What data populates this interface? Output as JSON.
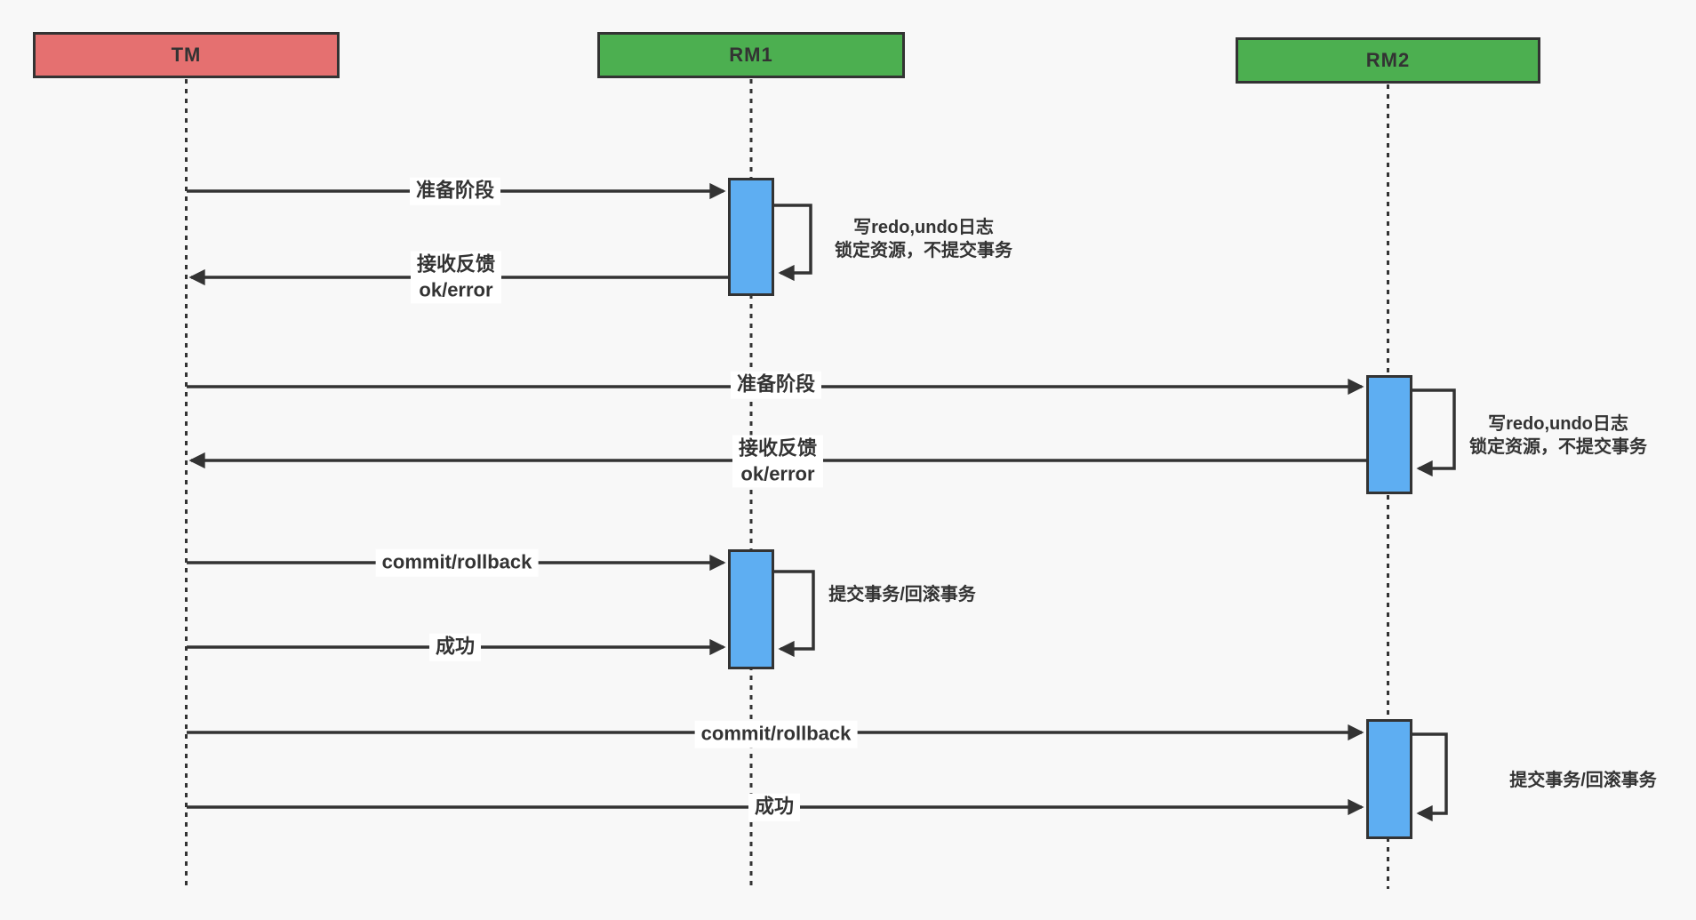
{
  "palette": {
    "tm_fill": "#e57070",
    "rm_fill": "#4caf50",
    "activation_fill": "#5eaef2",
    "stroke": "#333333",
    "label_bg": "#ffffff",
    "background": "#f8f8f8"
  },
  "actors": [
    {
      "label": "TM"
    },
    {
      "label": "RM1"
    },
    {
      "label": "RM2"
    }
  ],
  "messages": [
    {
      "from": "TM",
      "to": "RM1",
      "lines": [
        "准备阶段"
      ]
    },
    {
      "from": "RM1",
      "to": "TM",
      "lines": [
        "接收反馈",
        "ok/error"
      ]
    },
    {
      "from": "TM",
      "to": "RM2",
      "lines": [
        "准备阶段"
      ]
    },
    {
      "from": "RM2",
      "to": "TM",
      "lines": [
        "接收反馈",
        "ok/error"
      ]
    },
    {
      "from": "TM",
      "to": "RM1",
      "lines": [
        "commit/rollback"
      ]
    },
    {
      "from": "TM",
      "to": "RM1",
      "lines": [
        "成功"
      ]
    },
    {
      "from": "TM",
      "to": "RM2",
      "lines": [
        "commit/rollback"
      ]
    },
    {
      "from": "TM",
      "to": "RM2",
      "lines": [
        "成功"
      ]
    }
  ],
  "self_messages": [
    {
      "actor": "RM1",
      "lines": [
        "写redo,undo日志",
        "锁定资源，不提交事务"
      ]
    },
    {
      "actor": "RM2",
      "lines": [
        "写redo,undo日志",
        "锁定资源，不提交事务"
      ]
    },
    {
      "actor": "RM1",
      "lines": [
        "提交事务/回滚事务"
      ]
    },
    {
      "actor": "RM2",
      "lines": [
        "提交事务/回滚事务"
      ]
    }
  ]
}
